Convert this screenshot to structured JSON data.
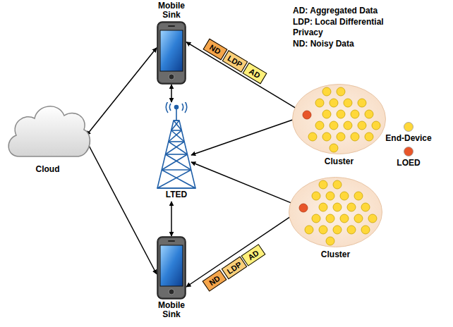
{
  "diagram": {
    "nodes": [
      {
        "text": [
          "Mobile Sink"
        ]
      },
      {
        "text": [
          "ND"
        ]
      },
      {
        "text": [
          "LDP"
        ]
      },
      {
        "text": [
          "AD"
        ]
      },
      {
        "text": [
          "Cloud"
        ]
      },
      {
        "text": [
          "LTED"
        ]
      },
      {
        "text": [
          "Cluster"
        ]
      },
      {
        "text": [
          "Cluster"
        ]
      },
      {
        "text": [
          "ND"
        ]
      },
      {
        "text": [
          "LDP"
        ]
      },
      {
        "text": [
          "AD"
        ]
      },
      {
        "text": [
          "Mobile Sink"
        ]
      }
    ],
    "edges": [
      {
        "from": 0,
        "to": 4,
        "arrow": "both"
      },
      {
        "from": 0,
        "to": 5,
        "arrow": "both"
      },
      {
        "from": 0,
        "to": 6,
        "arrow": "both"
      },
      {
        "from": 6,
        "to": 5,
        "arrow": "to"
      },
      {
        "from": 7,
        "to": 5,
        "arrow": "to"
      },
      {
        "from": 11,
        "to": 4,
        "arrow": "both"
      },
      {
        "from": 11,
        "to": 5,
        "arrow": "both"
      },
      {
        "from": 11,
        "to": 7,
        "arrow": "both"
      }
    ],
    "labels": [
      "AD: Aggregated Data",
      "LDP: Local Differential Privacy",
      "ND: Noisy Data"
    ],
    "legend": [
      {
        "text": "End-Device",
        "color": "#ffd83a"
      },
      {
        "text": "LOED",
        "color": "#e8562a"
      }
    ]
  }
}
